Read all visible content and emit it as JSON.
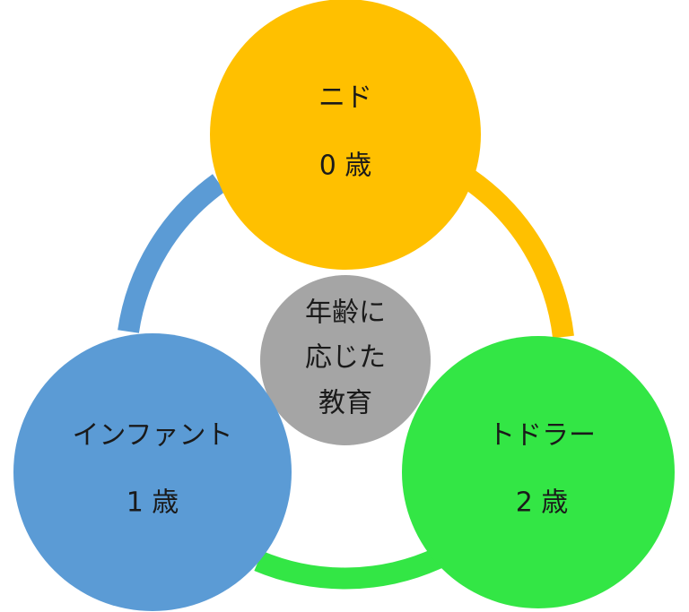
{
  "diagram": {
    "center": {
      "lines": [
        "年齢に",
        "応じた",
        "教育"
      ],
      "color": "#a5a5a5"
    },
    "nodes": [
      {
        "id": "nido",
        "title": "ニド",
        "age": "0 歳",
        "color": "#ffc000"
      },
      {
        "id": "toddler",
        "title": "トドラー",
        "age": "2 歳",
        "color": "#33e645"
      },
      {
        "id": "infant",
        "title": "インファント",
        "age": "1 歳",
        "color": "#5b9bd5"
      }
    ]
  }
}
